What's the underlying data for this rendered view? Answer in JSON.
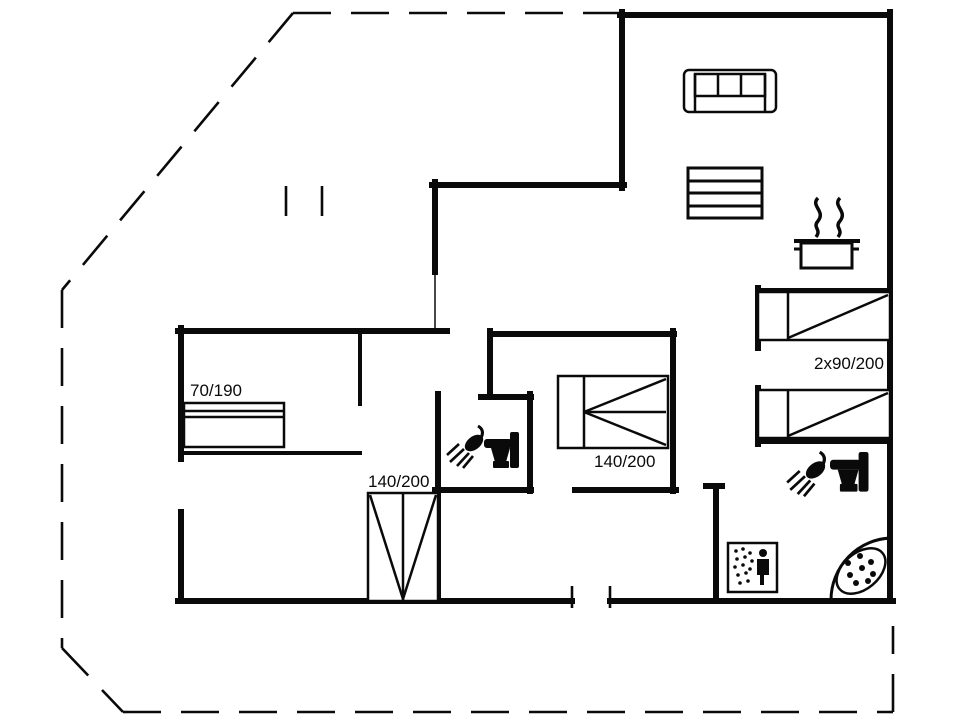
{
  "floor_plan": {
    "type": "holiday-house-floor-plan",
    "background_color": "#ffffff",
    "line_color": "#0a0a0a",
    "labels": {
      "bed_left": "70/190",
      "bed_bottom": "140/200",
      "bed_middle": "140/200",
      "bed_double": "2x90/200"
    },
    "icons": [
      {
        "name": "sofa-icon",
        "count": 1
      },
      {
        "name": "stairs-icon",
        "count": 1
      },
      {
        "name": "cooking-pot-icon",
        "count": 1
      },
      {
        "name": "shower-icon",
        "count": 2
      },
      {
        "name": "toilet-icon",
        "count": 2
      },
      {
        "name": "shower-cabin-icon",
        "count": 1
      },
      {
        "name": "whirlpool-icon",
        "count": 1
      },
      {
        "name": "single-bed-icon",
        "count": 3
      },
      {
        "name": "double-bed-icon",
        "count": 2
      }
    ],
    "outline": {
      "terrace_style": "dashed",
      "wall_style": "solid"
    }
  }
}
